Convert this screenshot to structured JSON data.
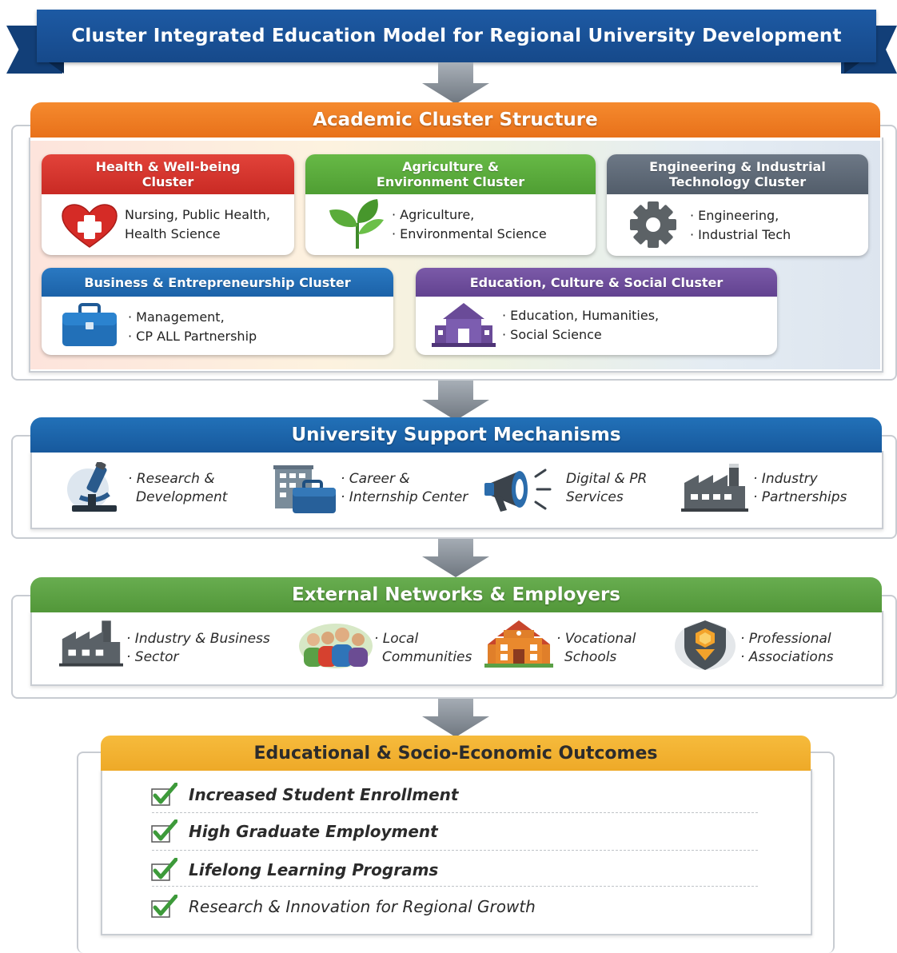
{
  "title": "Cluster Integrated Education Model for Regional University Development",
  "colors": {
    "banner": "#1a4f93",
    "academic": "#ef7d22",
    "support": "#1c65ad",
    "external": "#5fa34a",
    "outcomes": "#f2b02e",
    "health": "#d8322b",
    "agriculture": "#5bab3b",
    "engineering": "#5f6b78",
    "business": "#1f6db5",
    "education": "#6a4b98",
    "check": "#3d9a3a"
  },
  "academic": {
    "header": "Academic Cluster Structure",
    "clusters": [
      {
        "title": "Health & Well-being Cluster",
        "icon": "heart-cross-icon",
        "lines": [
          "Nursing, Public Health,",
          "Health Science"
        ]
      },
      {
        "title": "Agriculture & Environment Cluster",
        "icon": "leaf-icon",
        "lines": [
          "· Agriculture,",
          "· Environmental Science"
        ]
      },
      {
        "title": "Engineering & Industrial Technology Cluster",
        "icon": "gear-icon",
        "lines": [
          "· Engineering,",
          "· Industrial Tech"
        ]
      },
      {
        "title": "Business & Entrepreneurship Cluster",
        "icon": "briefcase-icon",
        "lines": [
          "· Management,",
          "· CP ALL Partnership"
        ]
      },
      {
        "title": "Education, Culture & Social Cluster",
        "icon": "school-building-icon",
        "lines": [
          "· Education, Humanities,",
          "· Social Science"
        ]
      }
    ]
  },
  "support": {
    "header": "University Support Mechanisms",
    "items": [
      {
        "icon": "microscope-icon",
        "lines": [
          "· Research &",
          "Development"
        ]
      },
      {
        "icon": "office-briefcase-icon",
        "lines": [
          "· Career &",
          "· Internship Center"
        ]
      },
      {
        "icon": "megaphone-icon",
        "lines": [
          "Digital & PR",
          "Services"
        ]
      },
      {
        "icon": "factory-icon",
        "lines": [
          "· Industry",
          "· Partnerships"
        ]
      }
    ]
  },
  "external": {
    "header": "External Networks & Employers",
    "items": [
      {
        "icon": "factory-icon",
        "lines": [
          "· Industry & Business",
          "· Sector"
        ]
      },
      {
        "icon": "people-group-icon",
        "lines": [
          "· Local",
          "Communities"
        ]
      },
      {
        "icon": "school-icon",
        "lines": [
          "· Vocational",
          "Schools"
        ]
      },
      {
        "icon": "badge-shield-icon",
        "lines": [
          "· Professional",
          "· Associations"
        ]
      }
    ]
  },
  "outcomes": {
    "header": "Educational & Socio-Economic Outcomes",
    "items": [
      "Increased Student Enrollment",
      "High Graduate Employment",
      "Lifelong Learning Programs",
      "Research & Innovation for Regional Growth"
    ]
  }
}
